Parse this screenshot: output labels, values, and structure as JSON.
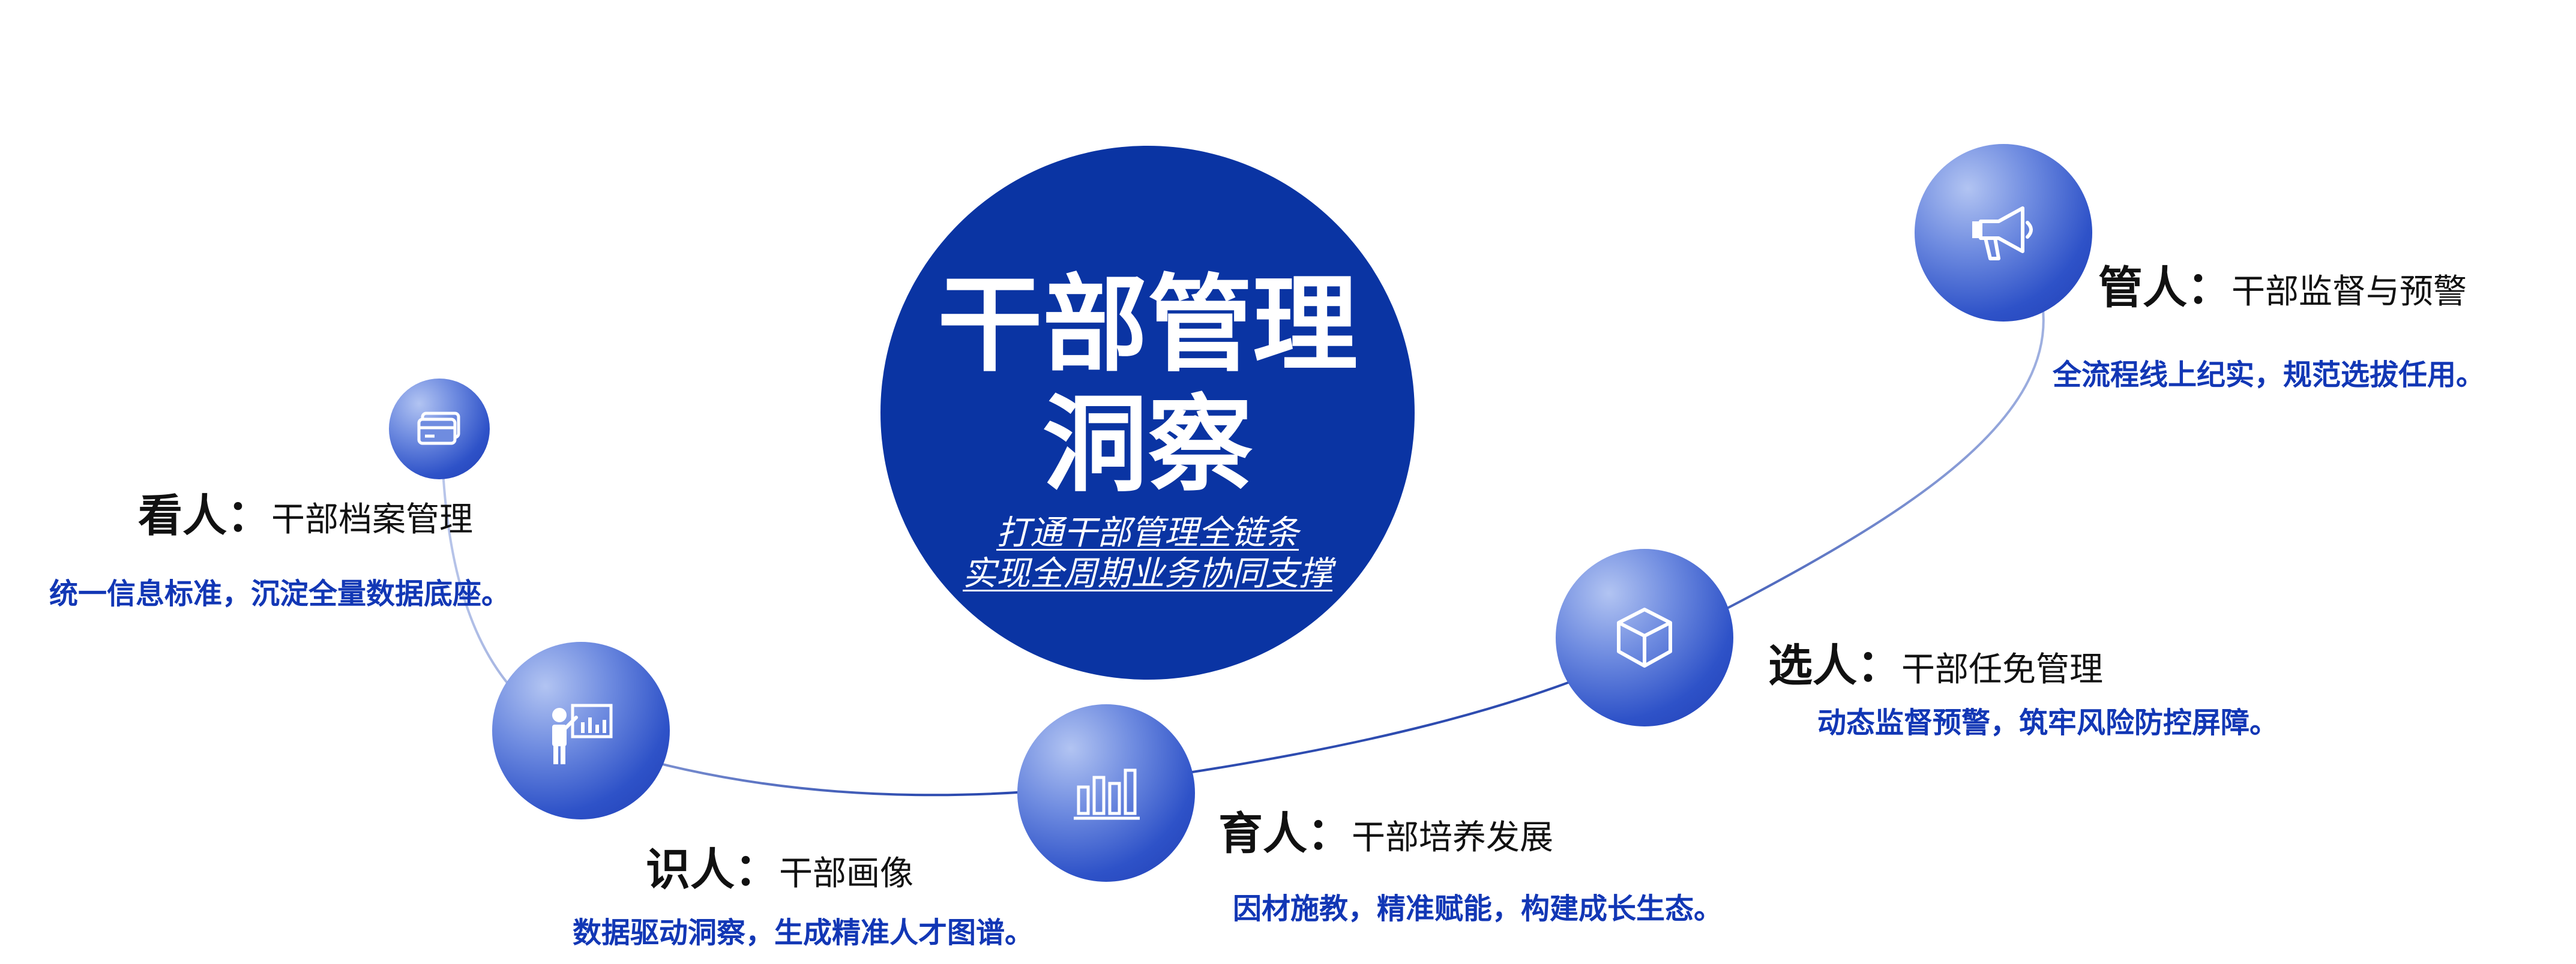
{
  "center": {
    "title": "干部管理\n洞察",
    "subtitle": "打通干部管理全链条\n实现全周期业务协同支撑"
  },
  "items": [
    {
      "key": "kanren",
      "icon": "id-card-icon",
      "head": "看人",
      "colon": "：",
      "sub": "干部档案管理",
      "desc": "统一信息标准，沉淀全量数据底座。"
    },
    {
      "key": "shiren",
      "icon": "presentation-icon",
      "head": "识人",
      "colon": "：",
      "sub": "干部画像",
      "desc": "数据驱动洞察，生成精准人才图谱。"
    },
    {
      "key": "yuren",
      "icon": "bar-chart-icon",
      "head": "育人",
      "colon": "：",
      "sub": "干部培养发展",
      "desc": "因材施教，精准赋能，构建成长生态。"
    },
    {
      "key": "xuanren",
      "icon": "cube-icon",
      "head": "选人",
      "colon": "：",
      "sub": "干部任免管理",
      "desc": "动态监督预警，筑牢风险防控屏障。"
    },
    {
      "key": "guanren",
      "icon": "megaphone-icon",
      "head": "管人",
      "colon": "：",
      "sub": "干部监督与预警",
      "desc": "全流程线上纪实，规范选拔任用。"
    }
  ]
}
